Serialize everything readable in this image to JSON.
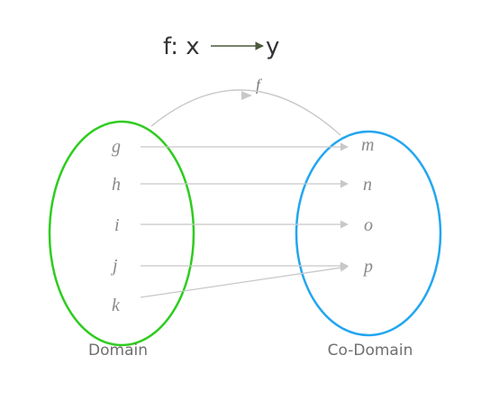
{
  "title": {
    "prefix": "f: x",
    "suffix": "y"
  },
  "function_label": "f",
  "domain": {
    "label": "Domain",
    "color": "#2ecc1f",
    "elements": [
      "g",
      "h",
      "i",
      "j",
      "k"
    ]
  },
  "codomain": {
    "label": "Co-Domain",
    "color": "#22a6f0",
    "elements": [
      "m",
      "n",
      "o",
      "p"
    ]
  },
  "mapping": [
    {
      "from": "g",
      "to": "m"
    },
    {
      "from": "h",
      "to": "n"
    },
    {
      "from": "i",
      "to": "o"
    },
    {
      "from": "j",
      "to": "p"
    },
    {
      "from": "k",
      "to": "p"
    }
  ],
  "colors": {
    "arrow": "#c8c8c8",
    "title_arrow": "#4a5a3a",
    "text": "#8a8a8a"
  }
}
